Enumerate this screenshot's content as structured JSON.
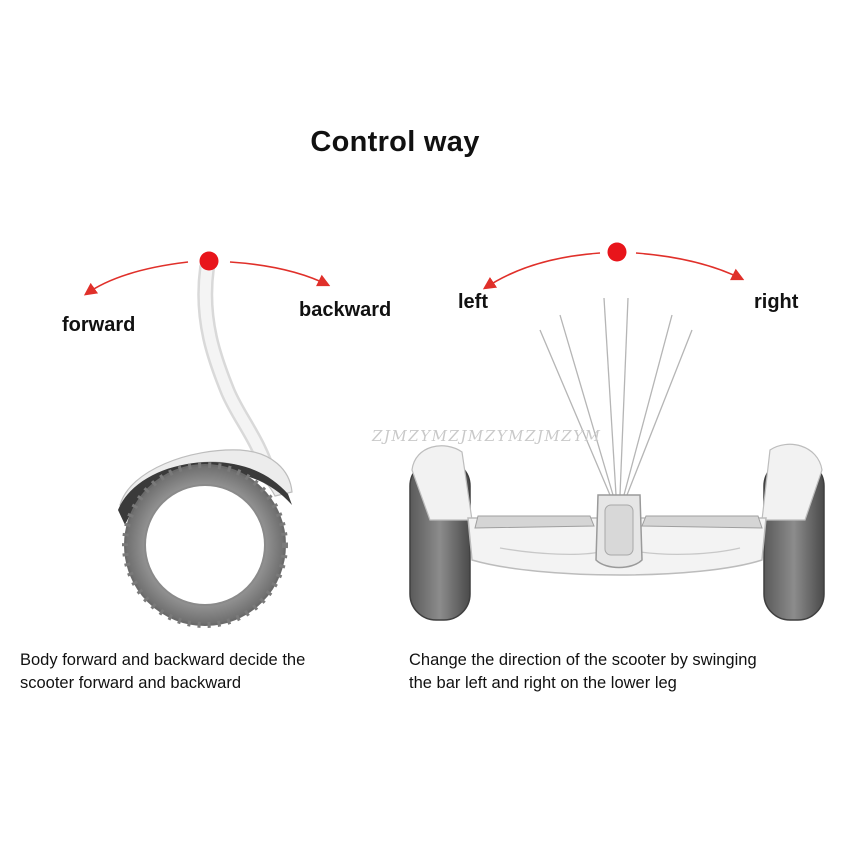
{
  "title": "Control way",
  "left_diagram": {
    "label_forward": "forward",
    "label_backward": "backward",
    "caption_line1": "Body  forward and backward  decide the",
    "caption_line2": "scooter forward and backward"
  },
  "right_diagram": {
    "label_left": "left",
    "label_right": "right",
    "caption_line1": "Change the  direction of the scooter by swinging",
    "caption_line2": "the bar left and right on the lower leg"
  },
  "watermark": "ZJMZYMZJMZYMZJMZYM",
  "colors": {
    "arrow": "#e0302a",
    "dot": "#e8151b",
    "text": "#111111"
  }
}
